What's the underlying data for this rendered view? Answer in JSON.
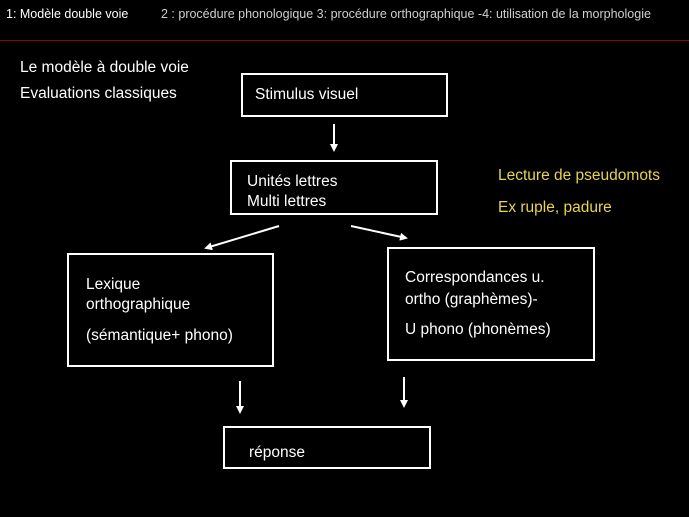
{
  "nav": {
    "active": "1: Modèle double voie",
    "rest": "2 : procédure phonologique 3: procédure orthographique -4:  utilisation de la morphologie"
  },
  "heading": {
    "line1": "Le modèle à double voie",
    "line2": "Evaluations classiques"
  },
  "boxes": {
    "stimulus": "Stimulus visuel",
    "units": {
      "line1": "Unités lettres",
      "line2": "Multi lettres"
    },
    "lexicon": {
      "line1": "Lexique",
      "line2": "orthographique",
      "line3": "(sémantique+ phono)"
    },
    "correspondences": {
      "line1": "Correspondances u.",
      "line2": "ortho (graphèmes)-",
      "line3": "U phono (phonèmes)"
    },
    "response": "réponse"
  },
  "note": {
    "line1": "Lecture de pseudomots",
    "line2": "Ex ruple, padure"
  },
  "colors": {
    "background": "#000000",
    "text": "#ffffff",
    "note": "#e8d44a",
    "divider": "#7a0d0d"
  }
}
